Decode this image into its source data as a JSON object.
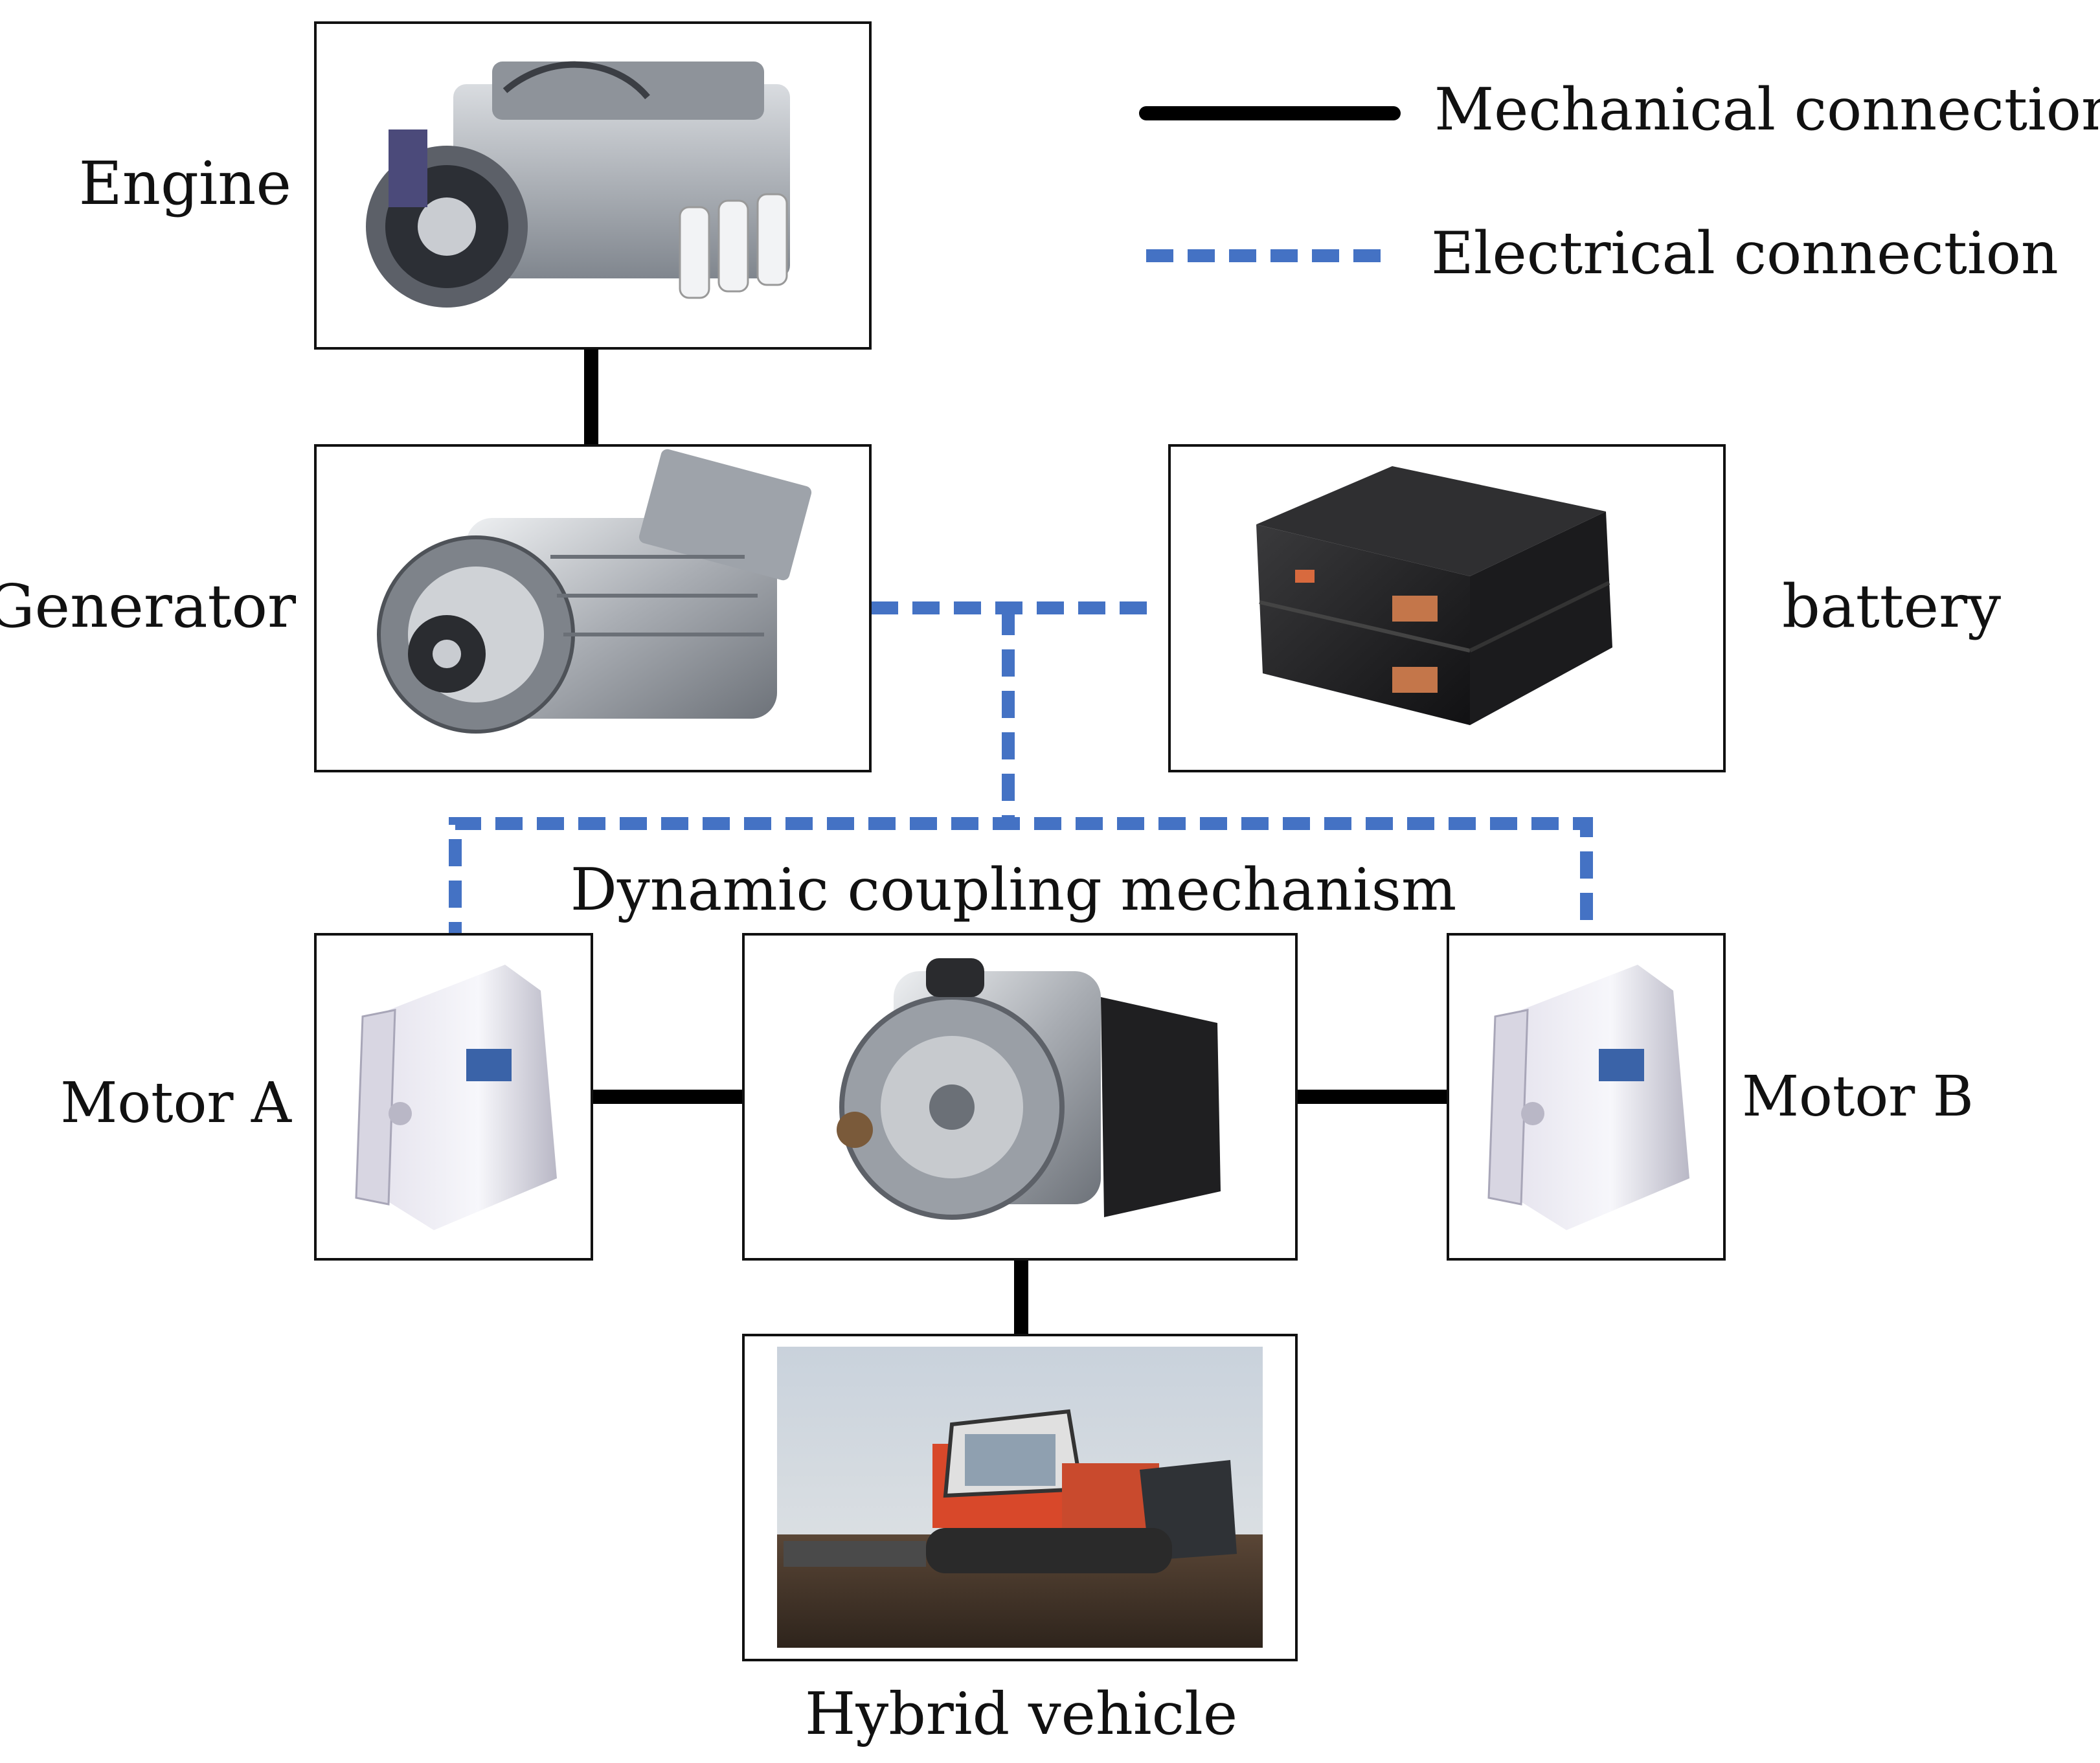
{
  "legend": {
    "mechanical_label": "Mechanical connection",
    "electrical_label": "Electrical connection"
  },
  "components": {
    "engine": "Engine",
    "generator": "Generator",
    "battery": "battery",
    "coupling": "Dynamic coupling mechanism",
    "motor_a": "Motor A",
    "motor_b": "Motor B",
    "vehicle": "Hybrid vehicle"
  },
  "colors": {
    "mechanical": "#000000",
    "electrical": "#4472c4",
    "frame": "#111111"
  },
  "icons": {
    "engine": "engine-image",
    "generator": "generator-image",
    "battery": "battery-pack-image",
    "motor": "electric-motor-image",
    "coupling": "transmission-image",
    "vehicle": "crawler-tractor-photo"
  }
}
